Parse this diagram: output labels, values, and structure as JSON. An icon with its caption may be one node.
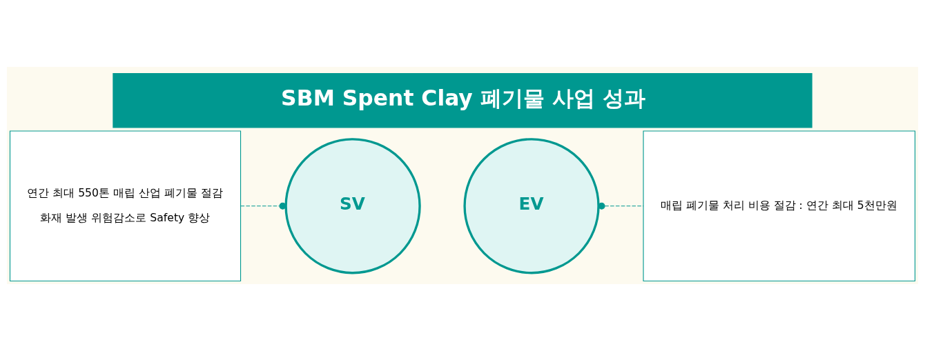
{
  "diagram": {
    "title": "SBM Spent Clay 폐기물 사업 성과",
    "nodes": [
      {
        "text": [
          "연간 최대 550톤 매립 산업 폐기물 절감",
          "화재 발생 위험감소로 Safety 향상"
        ]
      },
      {
        "text": [
          "SV"
        ]
      },
      {
        "text": [
          "EV"
        ]
      },
      {
        "text": [
          "매립 폐기물 처리 비용 절감 : 연간 최대 5천만원"
        ]
      }
    ],
    "edges": [
      {
        "from": 0,
        "to": 1,
        "arrow": "other",
        "style": "dashed"
      },
      {
        "from": 2,
        "to": 3,
        "arrow": "other",
        "style": "dashed"
      }
    ]
  }
}
